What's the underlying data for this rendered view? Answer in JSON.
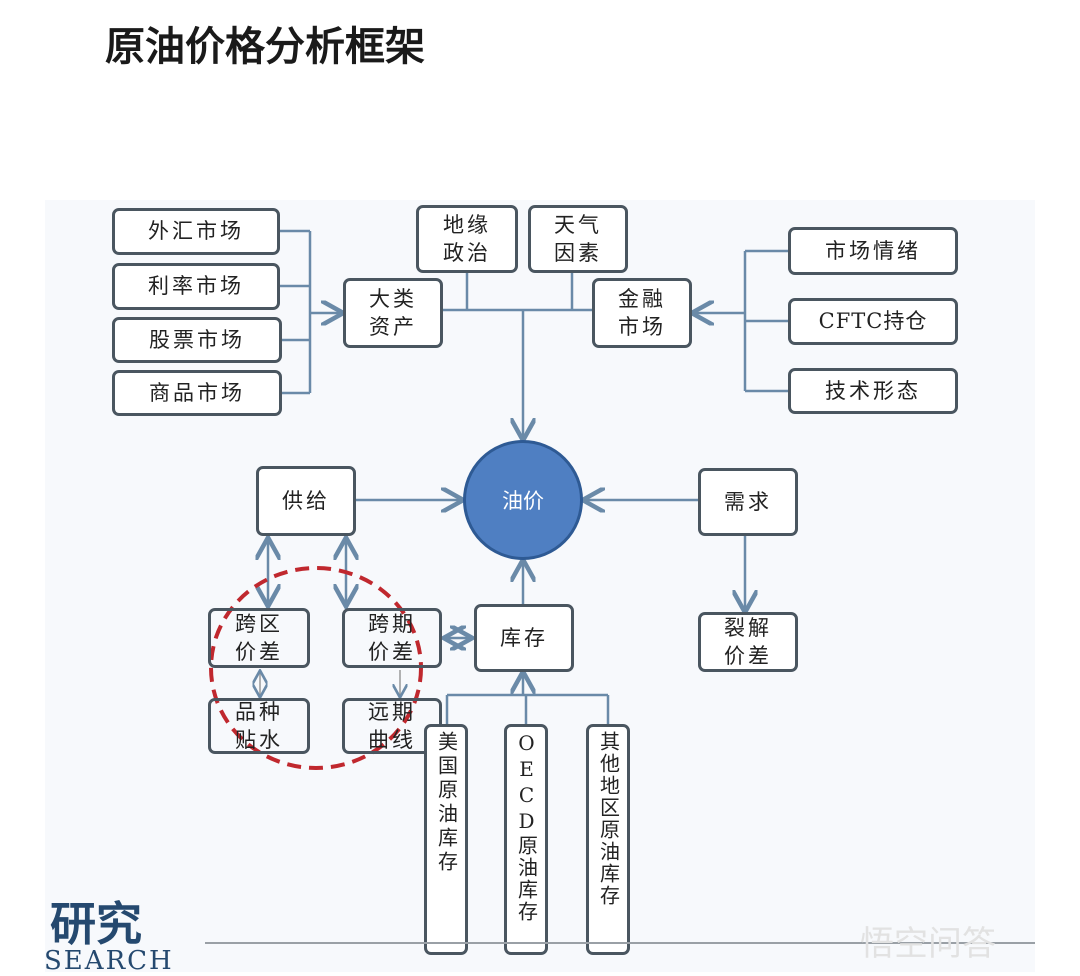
{
  "title": "原油价格分析框架",
  "nodes": {
    "forex": "外汇市场",
    "rates": "利率市场",
    "stocks": "股票市场",
    "commodities": "商品市场",
    "geopolitics": "地缘政治",
    "weather": "天气因素",
    "major_assets": "大类资产",
    "financial_market": "金融市场",
    "sentiment": "市场情绪",
    "cftc": "CFTC持仓",
    "technical": "技术形态",
    "oil_price": "油价",
    "supply": "供给",
    "demand": "需求",
    "regional_spread": "跨区价差",
    "calendar_spread": "跨期价差",
    "inventory": "库存",
    "crack_spread": "裂解价差",
    "grade_discount": "品种贴水",
    "forward_curve": "远期曲线",
    "us_inventory": "美国原油库存",
    "oecd_inventory": "OECD原油库存",
    "other_inventory": "其他地区原油库存"
  },
  "logo": {
    "cn": "研究",
    "en": "SEARCH"
  },
  "watermark": "悟空问答",
  "colors": {
    "circle": "#4f7fc2",
    "line": "#6a8aa8",
    "dashed_circle": "#c0282e"
  }
}
